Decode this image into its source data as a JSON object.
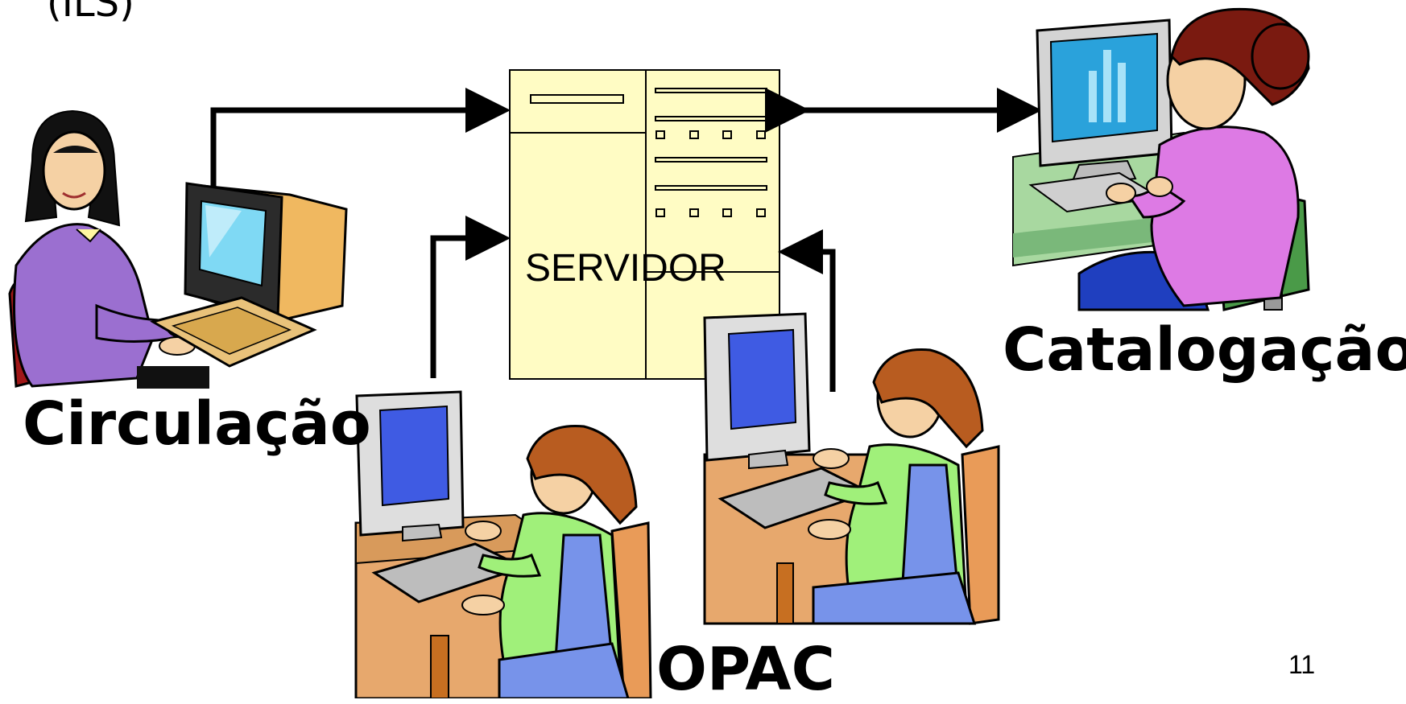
{
  "slide": {
    "title_fragment": "(ILS)",
    "page_number": "11"
  },
  "server": {
    "label": "SERVIDOR"
  },
  "stations": {
    "circulation": "Circulação",
    "cataloguing": "Catalogação",
    "opac": "OPAC"
  },
  "colors": {
    "server_fill": "#fffcc4",
    "arrow": "#000000"
  }
}
